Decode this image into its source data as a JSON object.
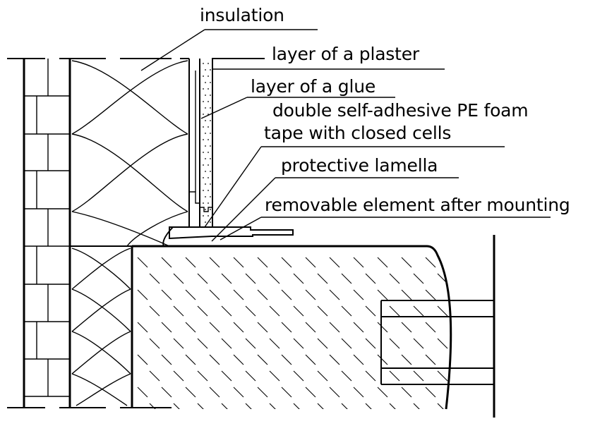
{
  "diagram": {
    "labels": {
      "insulation": "insulation",
      "plaster": "layer of a plaster",
      "glue": "layer of a glue",
      "foam_line1": "double self-adhesive PE foam",
      "foam_line2": "tape with closed cells",
      "lamella": "protective lamella",
      "removable": "removable element after mounting"
    }
  }
}
